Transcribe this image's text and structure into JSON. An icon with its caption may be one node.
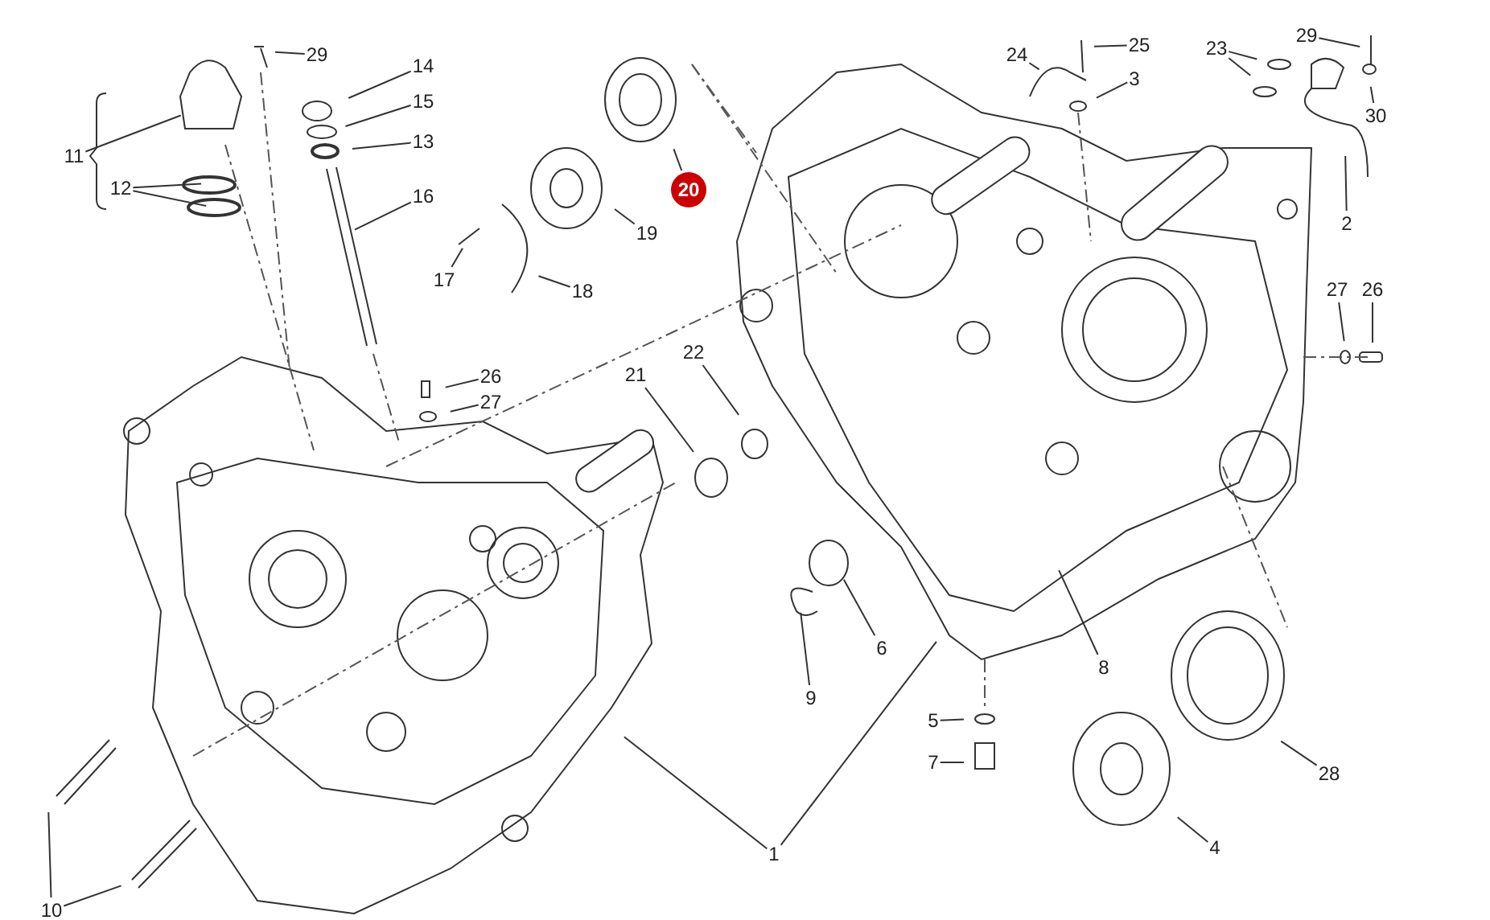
{
  "diagram": {
    "nodes": [
      {
        "text": [
          "29"
        ]
      },
      {
        "text": [
          "14"
        ]
      },
      {
        "text": [
          "15"
        ]
      },
      {
        "text": [
          "13"
        ]
      },
      {
        "text": [
          "11"
        ]
      },
      {
        "text": [
          "12"
        ]
      },
      {
        "text": [
          "16"
        ]
      },
      {
        "text": [
          "20"
        ]
      },
      {
        "text": [
          "19"
        ]
      },
      {
        "text": [
          "17"
        ]
      },
      {
        "text": [
          "18"
        ]
      },
      {
        "text": [
          "26"
        ]
      },
      {
        "text": [
          "27"
        ]
      },
      {
        "text": [
          "22"
        ]
      },
      {
        "text": [
          "21"
        ]
      },
      {
        "text": [
          "24"
        ]
      },
      {
        "text": [
          "25"
        ]
      },
      {
        "text": [
          "3"
        ]
      },
      {
        "text": [
          "23"
        ]
      },
      {
        "text": [
          "29"
        ]
      },
      {
        "text": [
          "30"
        ]
      },
      {
        "text": [
          "2"
        ]
      },
      {
        "text": [
          "27"
        ]
      },
      {
        "text": [
          "26"
        ]
      },
      {
        "text": [
          "6"
        ]
      },
      {
        "text": [
          "9"
        ]
      },
      {
        "text": [
          "8"
        ]
      },
      {
        "text": [
          "5"
        ]
      },
      {
        "text": [
          "7"
        ]
      },
      {
        "text": [
          "28"
        ]
      },
      {
        "text": [
          "4"
        ]
      },
      {
        "text": [
          "1"
        ]
      },
      {
        "text": [
          "10"
        ]
      }
    ],
    "edges": [
      {
        "from": 0,
        "to": null,
        "arrow": "none"
      },
      {
        "from": 1,
        "to": null,
        "arrow": "none"
      },
      {
        "from": 2,
        "to": null,
        "arrow": "none"
      },
      {
        "from": 3,
        "to": null,
        "arrow": "none"
      },
      {
        "from": 4,
        "to": null,
        "arrow": "none"
      },
      {
        "from": 5,
        "to": null,
        "arrow": "none"
      },
      {
        "from": 5,
        "to": null,
        "arrow": "none"
      },
      {
        "from": 6,
        "to": null,
        "arrow": "none"
      },
      {
        "from": 7,
        "to": null,
        "arrow": "none"
      },
      {
        "from": 8,
        "to": null,
        "arrow": "none"
      },
      {
        "from": 9,
        "to": null,
        "arrow": "none"
      },
      {
        "from": 10,
        "to": null,
        "arrow": "none"
      },
      {
        "from": 11,
        "to": null,
        "arrow": "none"
      },
      {
        "from": 12,
        "to": null,
        "arrow": "none"
      },
      {
        "from": 13,
        "to": null,
        "arrow": "none"
      },
      {
        "from": 14,
        "to": null,
        "arrow": "none"
      },
      {
        "from": 15,
        "to": null,
        "arrow": "none"
      },
      {
        "from": 16,
        "to": null,
        "arrow": "none"
      },
      {
        "from": 17,
        "to": null,
        "arrow": "none"
      },
      {
        "from": 18,
        "to": null,
        "arrow": "none"
      },
      {
        "from": 18,
        "to": null,
        "arrow": "none"
      },
      {
        "from": 19,
        "to": null,
        "arrow": "none"
      },
      {
        "from": 20,
        "to": null,
        "arrow": "none"
      },
      {
        "from": 21,
        "to": null,
        "arrow": "none"
      },
      {
        "from": 22,
        "to": null,
        "arrow": "none"
      },
      {
        "from": 23,
        "to": null,
        "arrow": "none"
      },
      {
        "from": 24,
        "to": null,
        "arrow": "none"
      },
      {
        "from": 25,
        "to": null,
        "arrow": "none"
      },
      {
        "from": 26,
        "to": null,
        "arrow": "none"
      },
      {
        "from": 27,
        "to": null,
        "arrow": "none"
      },
      {
        "from": 28,
        "to": null,
        "arrow": "none"
      },
      {
        "from": 29,
        "to": null,
        "arrow": "none"
      },
      {
        "from": 30,
        "to": null,
        "arrow": "none"
      },
      {
        "from": 31,
        "to": null,
        "arrow": "none"
      },
      {
        "from": 31,
        "to": null,
        "arrow": "none"
      },
      {
        "from": 32,
        "to": null,
        "arrow": "none"
      },
      {
        "from": 32,
        "to": null,
        "arrow": "none"
      }
    ]
  }
}
